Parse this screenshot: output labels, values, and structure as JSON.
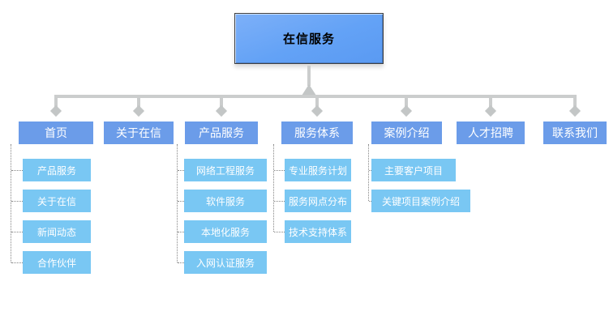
{
  "root": {
    "label": "在信服务"
  },
  "branches": [
    {
      "label": "首页",
      "children": [
        {
          "label": "产品服务"
        },
        {
          "label": "关于在信"
        },
        {
          "label": "新闻动态"
        },
        {
          "label": "合作伙伴"
        }
      ]
    },
    {
      "label": "关于在信",
      "children": []
    },
    {
      "label": "产品服务",
      "children": [
        {
          "label": "网络工程服务"
        },
        {
          "label": "软件服务"
        },
        {
          "label": "本地化服务"
        },
        {
          "label": "入网认证服务"
        }
      ]
    },
    {
      "label": "服务体系",
      "children": [
        {
          "label": "专业服务计划"
        },
        {
          "label": "服务网点分布"
        },
        {
          "label": "技术支持体系"
        }
      ]
    },
    {
      "label": "案例介绍",
      "children": [
        {
          "label": "主要客户项目"
        },
        {
          "label": "关键项目案例介绍"
        }
      ]
    },
    {
      "label": "人才招聘",
      "children": []
    },
    {
      "label": "联系我们",
      "children": []
    }
  ],
  "colors": {
    "root_fill": "#63a2f6",
    "root_border": "#3f4042",
    "root_text": "#000000",
    "level2_fill": "#6b9ce9",
    "level3_fill": "#79c7f3",
    "text_on_blue": "#ffffff",
    "connector_gray": "#cbcdcd",
    "dotted_gray": "#858585"
  }
}
